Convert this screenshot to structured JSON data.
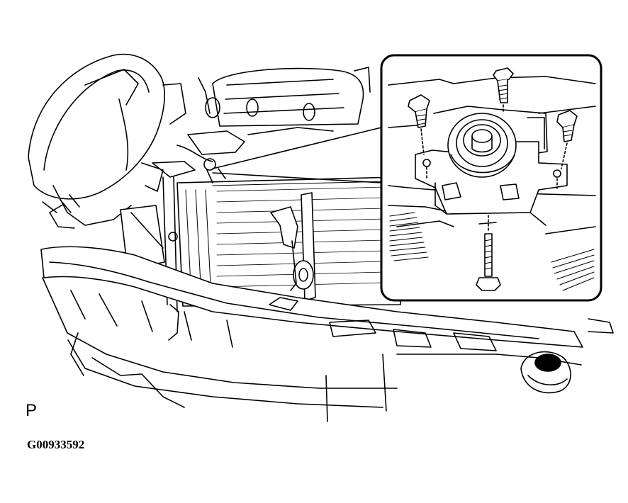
{
  "diagram": {
    "corner_mark": "P",
    "figure_id": "G00933592",
    "colors": {
      "ink": "#000000",
      "paper": "#ffffff"
    },
    "callout": {
      "bolt_count": 4
    }
  }
}
